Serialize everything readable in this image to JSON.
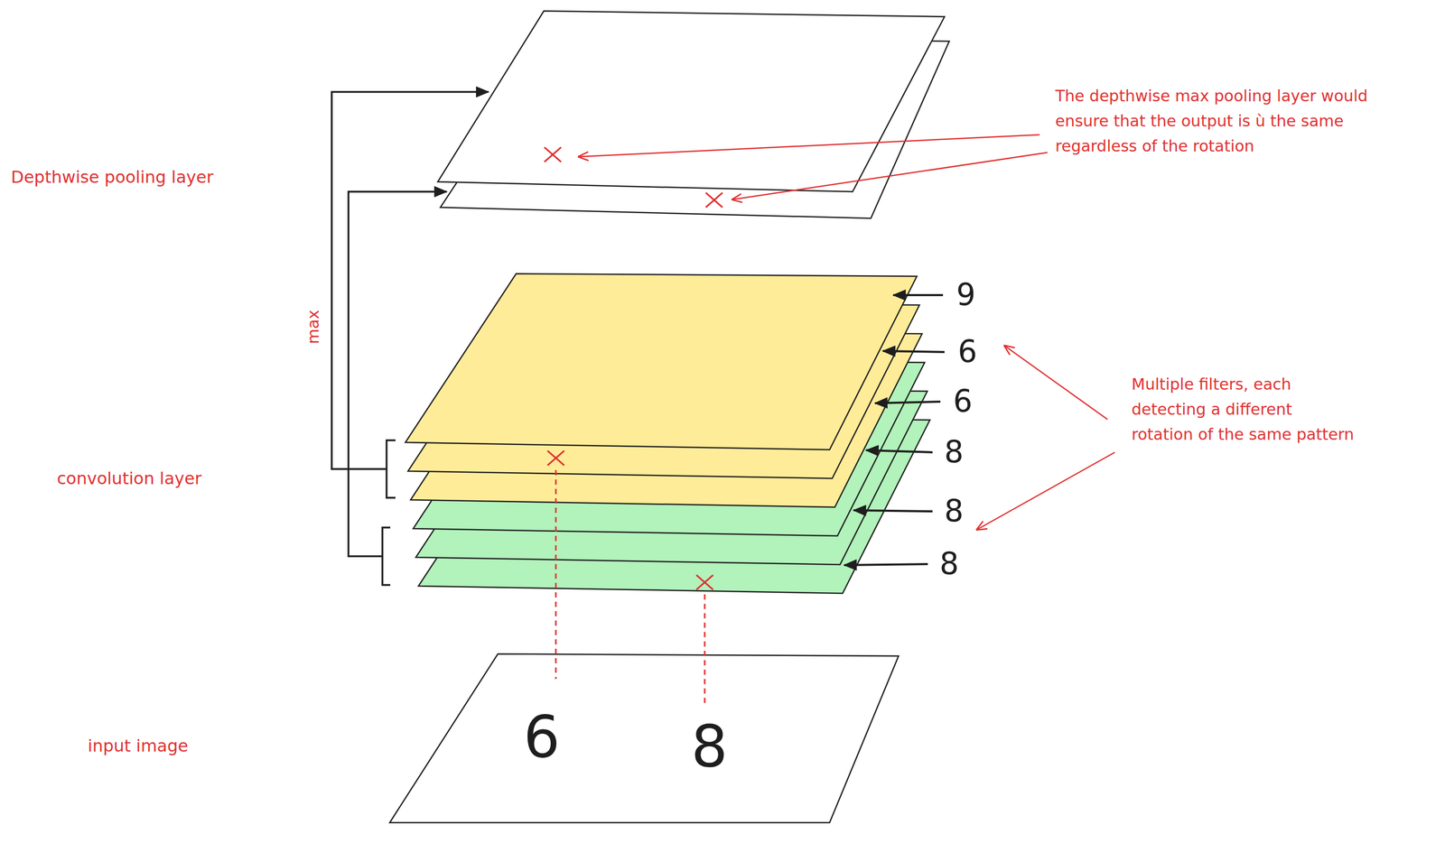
{
  "diagram": {
    "labels": [
      "Depthwise pooling layer",
      "The depthwise max pooling layer would ensure that the output is ù the same regardless of the rotation",
      "max",
      "9",
      "6",
      "Multiple filters, each detecting a different rotation of the same pattern",
      "6",
      "8",
      "convolution layer",
      "8",
      "8",
      "6",
      "8",
      "input image"
    ]
  }
}
